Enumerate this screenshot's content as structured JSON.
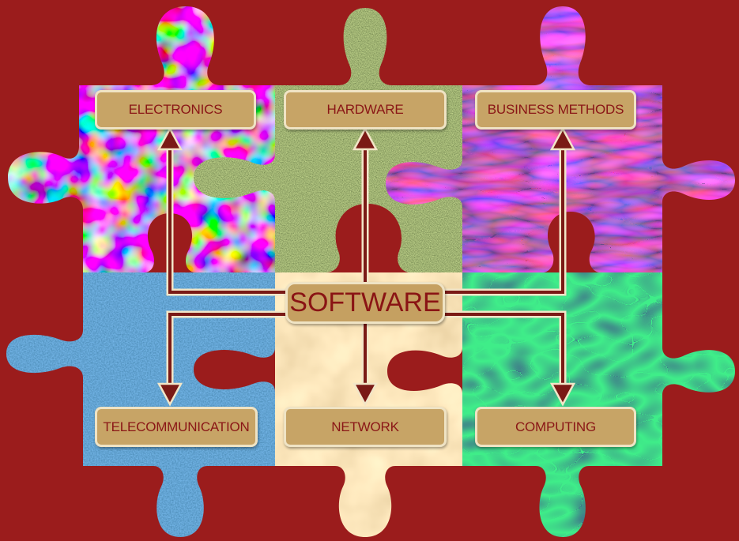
{
  "diagram": {
    "center": {
      "label": "SOFTWARE"
    },
    "top_nodes": [
      {
        "label": "ELECTRONICS"
      },
      {
        "label": "HARDWARE"
      },
      {
        "label": "BUSINESS METHODS"
      }
    ],
    "bottom_nodes": [
      {
        "label": "TELECOMMUNICATION"
      },
      {
        "label": "NETWORK"
      },
      {
        "label": "COMPUTING"
      }
    ]
  },
  "colors": {
    "background": "#9b1c1c",
    "box_fill": "#c7a466",
    "box_border": "#efe3c4",
    "label_text": "#8a1616",
    "arrow_line": "#7a1a16",
    "arrow_outline": "#f2e6c8"
  },
  "pieces": [
    {
      "name": "electronics-piece",
      "texture": "multicolor-mosaic"
    },
    {
      "name": "hardware-piece",
      "texture": "green-granite"
    },
    {
      "name": "business-methods-piece",
      "texture": "red-purple-swirl"
    },
    {
      "name": "telecommunication-piece",
      "texture": "blue-fabric"
    },
    {
      "name": "network-piece",
      "texture": "tan-parchment"
    },
    {
      "name": "computing-piece",
      "texture": "green-ovals"
    }
  ]
}
